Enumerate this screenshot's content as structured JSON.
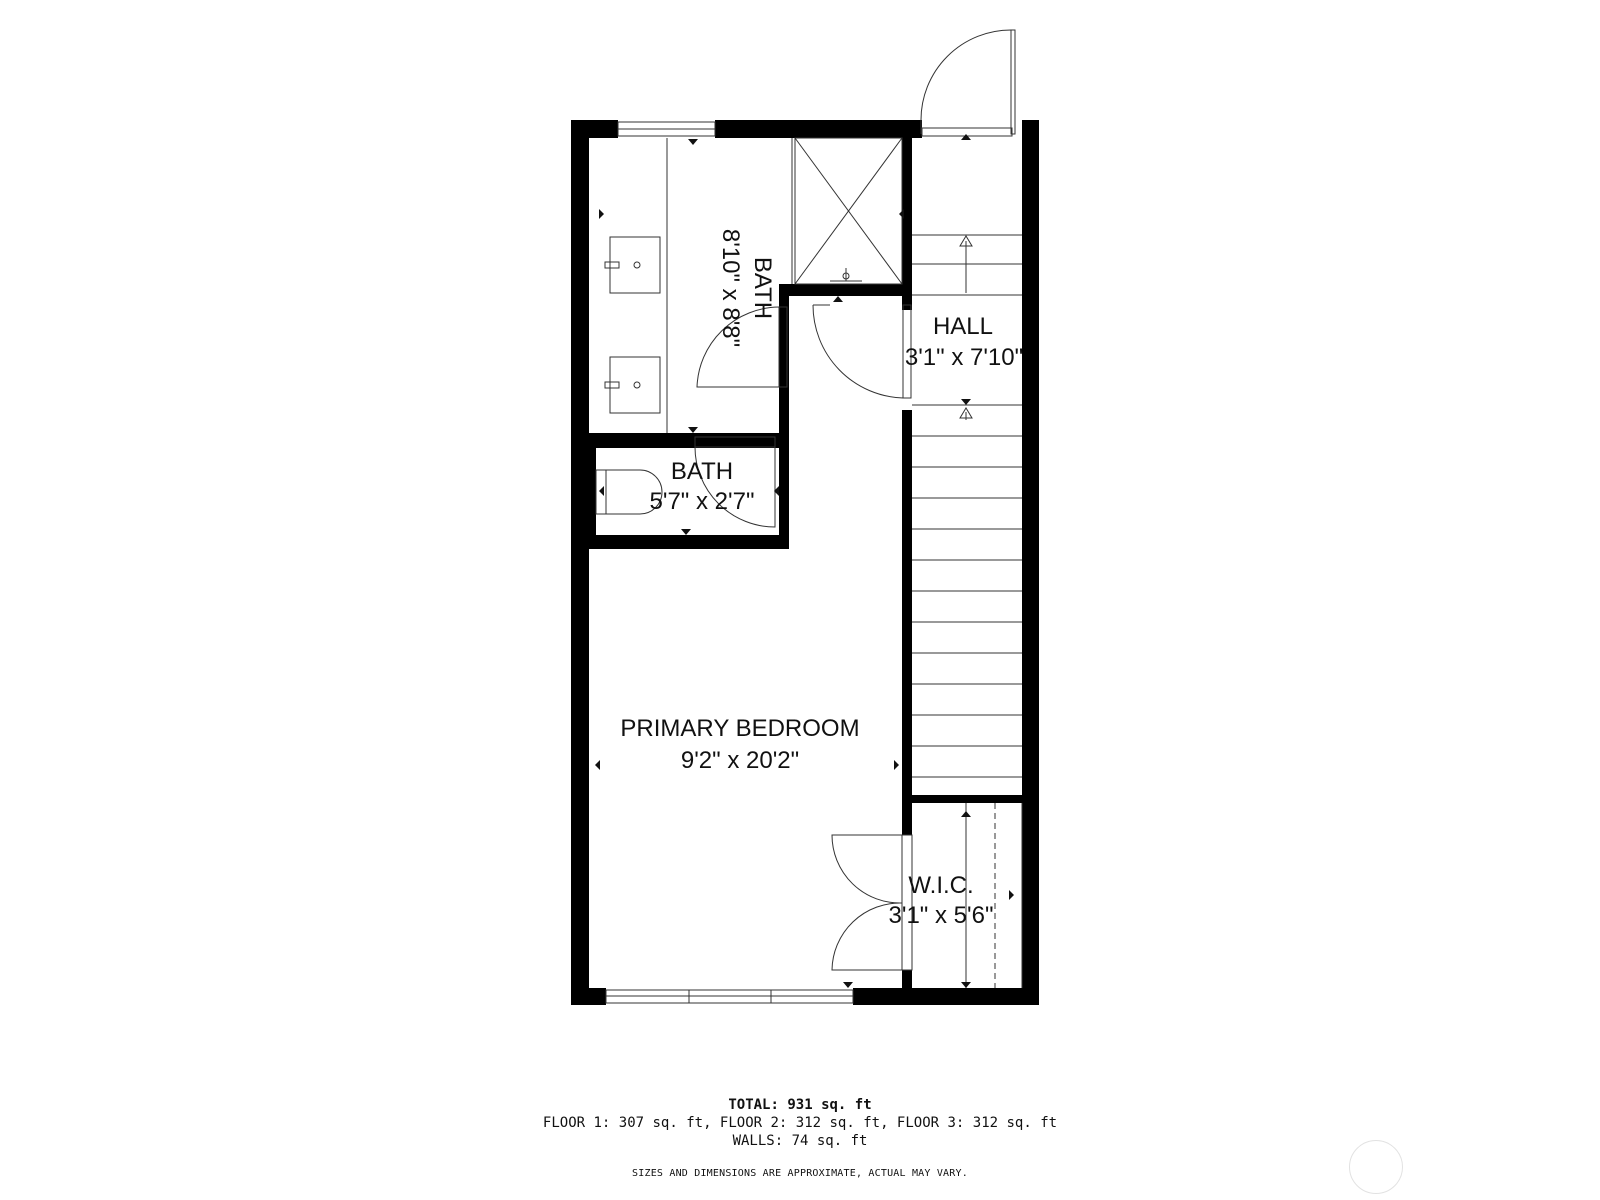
{
  "rooms": {
    "bath_main": {
      "name": "BATH",
      "dims": "8'10\" x 8'8\""
    },
    "bath_small": {
      "name": "BATH",
      "dims": "5'7\" x 2'7\""
    },
    "hall": {
      "name": "HALL",
      "dims": "3'1\" x 7'10\""
    },
    "primary_bedroom": {
      "name": "PRIMARY BEDROOM",
      "dims": "9'2\" x 20'2\""
    },
    "wic": {
      "name": "W.I.C.",
      "dims": "3'1\" x 5'6\""
    }
  },
  "footer": {
    "total_label": "TOTAL:",
    "total_value": "931 sq. ft",
    "floors": "FLOOR 1: 307 sq. ft, FLOOR 2: 312 sq. ft, FLOOR 3: 312 sq. ft",
    "walls": "WALLS: 74 sq. ft",
    "disclaimer": "SIZES AND DIMENSIONS ARE APPROXIMATE, ACTUAL MAY VARY."
  },
  "colors": {
    "wall": "#000000",
    "line": "#333333",
    "background": "#ffffff"
  }
}
